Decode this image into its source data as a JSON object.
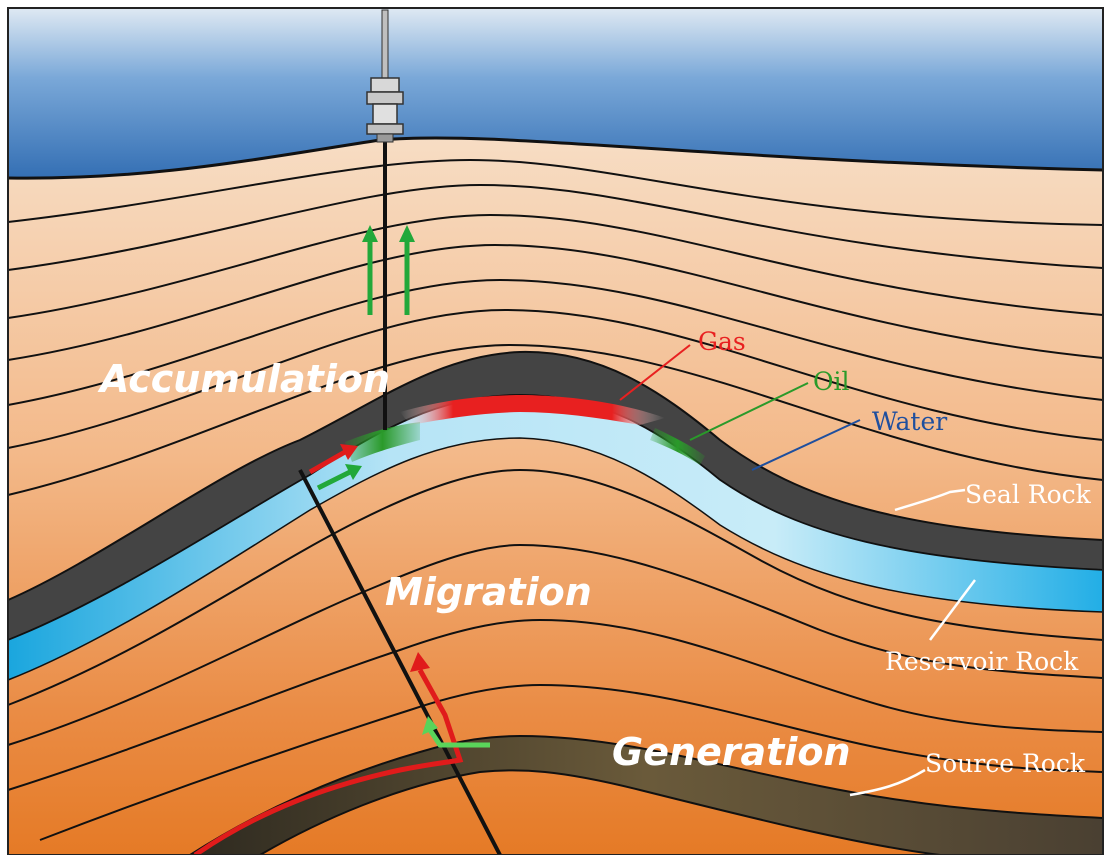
{
  "labels": {
    "accumulation": "Accumulation",
    "migration": "Migration",
    "generation": "Generation",
    "gas": "Gas",
    "oil": "Oil",
    "water": "Water",
    "seal_rock": "Seal Rock",
    "reservoir_rock": "Reservoir Rock",
    "source_rock": "Source Rock"
  },
  "colors": {
    "gas": "#e82020",
    "oil": "#2a9a2a",
    "water": "#1f4f9e",
    "arrow_green": "#22a83a",
    "arrow_red": "#e01b1b",
    "seal_layer": "#444444",
    "reservoir_layer": "#8fd4f0",
    "sky_top": "#2f6fb8"
  },
  "icons": {
    "drilling_rig": "wellhead-icon"
  }
}
